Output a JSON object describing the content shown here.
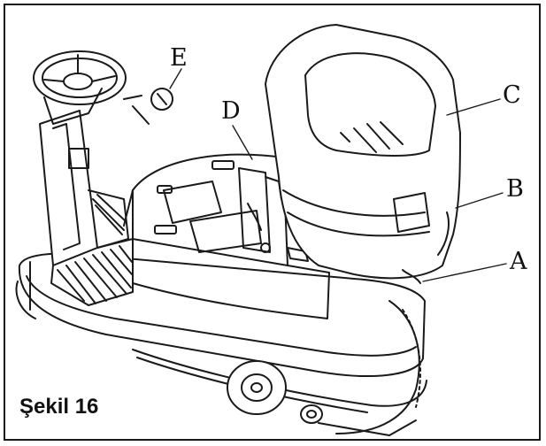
{
  "figure": {
    "caption": "Şekil 16",
    "callouts": {
      "a": "A",
      "b": "B",
      "c": "C",
      "d": "D",
      "e": "E"
    }
  }
}
